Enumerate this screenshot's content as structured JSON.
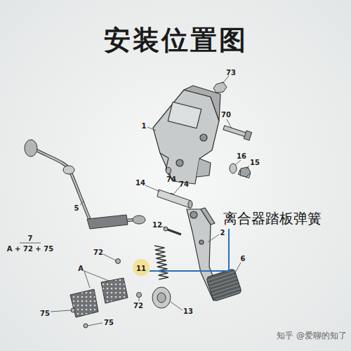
{
  "diagram": {
    "title": "安装位置图",
    "labels": [
      "73",
      "1",
      "70",
      "16",
      "15",
      "74",
      "14",
      "74",
      "5",
      "离合器踏板弹簧",
      "7",
      "A + 72 + 75",
      "12",
      "2",
      "72",
      "A",
      "11",
      "6",
      "75",
      "72",
      "13",
      "75",
      "知乎 @爱聊的知了"
    ]
  }
}
